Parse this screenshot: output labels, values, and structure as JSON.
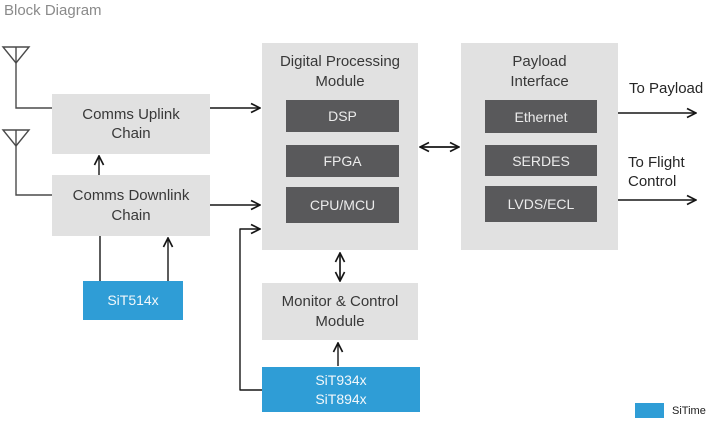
{
  "title": "Block Diagram",
  "colors": {
    "accent-blue": "#2f9dd6",
    "box-gray": "#e1e1e1",
    "chip-gray": "#59595b",
    "title-gray": "#8a8a8a",
    "line": "#161616"
  },
  "blocks": {
    "comms_uplink": {
      "label": "Comms Uplink\nChain"
    },
    "comms_downlink": {
      "label": "Comms Downlink\nChain"
    },
    "sit514x": {
      "label": "SiT514x"
    },
    "digital_processing": {
      "label": "Digital Processing\nModule",
      "chips": [
        {
          "label": "DSP"
        },
        {
          "label": "FPGA"
        },
        {
          "label": "CPU/MCU"
        }
      ]
    },
    "payload_interface": {
      "label": "Payload\nInterface",
      "chips": [
        {
          "label": "Ethernet"
        },
        {
          "label": "SERDES"
        },
        {
          "label": "LVDS/ECL"
        }
      ]
    },
    "monitor_control": {
      "label": "Monitor & Control\nModule"
    },
    "sit934x": {
      "label": "SiT934x\nSiT894x"
    }
  },
  "outputs": {
    "to_payload": {
      "label": "To Payload"
    },
    "to_flight_control": {
      "label": "To Flight\nControl"
    }
  },
  "legend": {
    "label": "SiTime",
    "swatch_color": "#2f9dd6"
  }
}
